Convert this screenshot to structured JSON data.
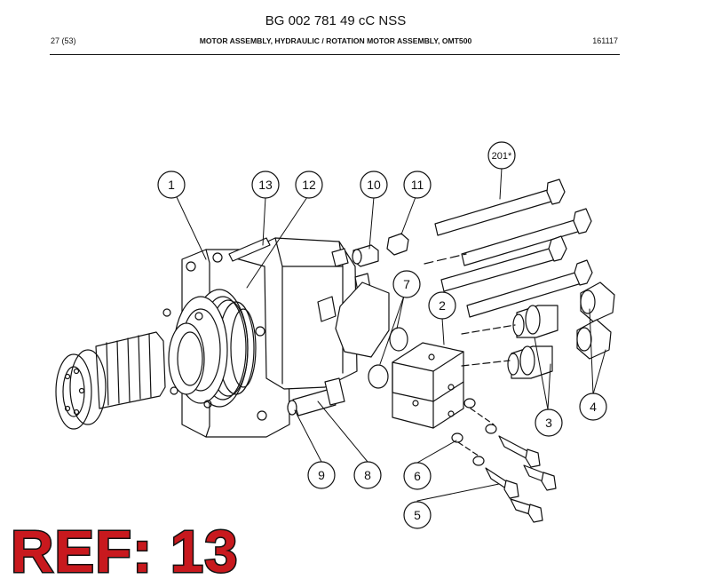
{
  "header": {
    "title": "BG 002 781 49 cC NSS",
    "page": "27 (53)",
    "section": "MOTOR ASSEMBLY, HYDRAULIC / ROTATION MOTOR ASSEMBLY, OMT500",
    "date": "161117"
  },
  "callouts": [
    "1",
    "13",
    "12",
    "10",
    "11",
    "201*",
    "7",
    "2",
    "3",
    "4",
    "9",
    "8",
    "6",
    "5"
  ],
  "ref_label": "REF: 13"
}
